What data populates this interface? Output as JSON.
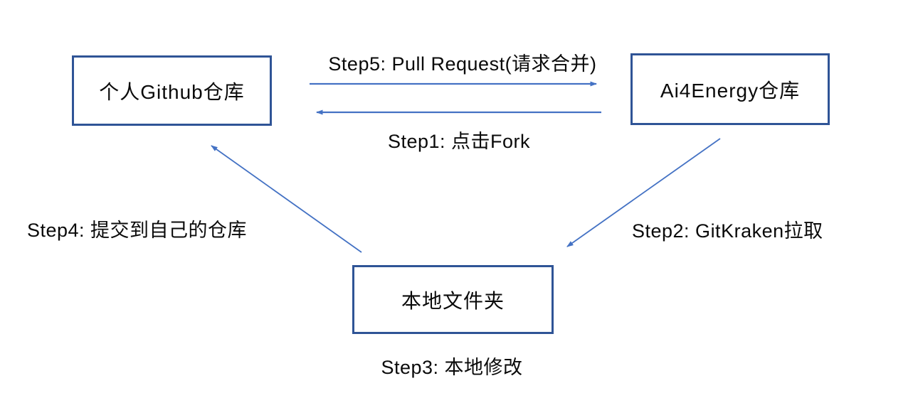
{
  "diagram": {
    "title": "Git fork and pull-request workflow",
    "colors": {
      "box_border": "#2F5496",
      "arrow": "#4472C4",
      "text": "#0a0a0a",
      "background": "#FFFFFF"
    },
    "nodes": {
      "personal_repo": {
        "label": "个人Github仓库"
      },
      "ai4energy_repo": {
        "label": "Ai4Energy仓库"
      },
      "local_folder": {
        "label": "本地文件夹"
      }
    },
    "edges": {
      "step5": {
        "label": "Step5: Pull Request(请求合并)",
        "from": "personal_repo",
        "to": "ai4energy_repo"
      },
      "step1": {
        "label": "Step1: 点击Fork",
        "from": "ai4energy_repo",
        "to": "personal_repo"
      },
      "step2": {
        "label": "Step2: GitKraken拉取",
        "from": "ai4energy_repo",
        "to": "local_folder"
      },
      "step3": {
        "label": "Step3: 本地修改",
        "at": "local_folder"
      },
      "step4": {
        "label": "Step4: 提交到自己的仓库",
        "from": "local_folder",
        "to": "personal_repo"
      }
    }
  }
}
